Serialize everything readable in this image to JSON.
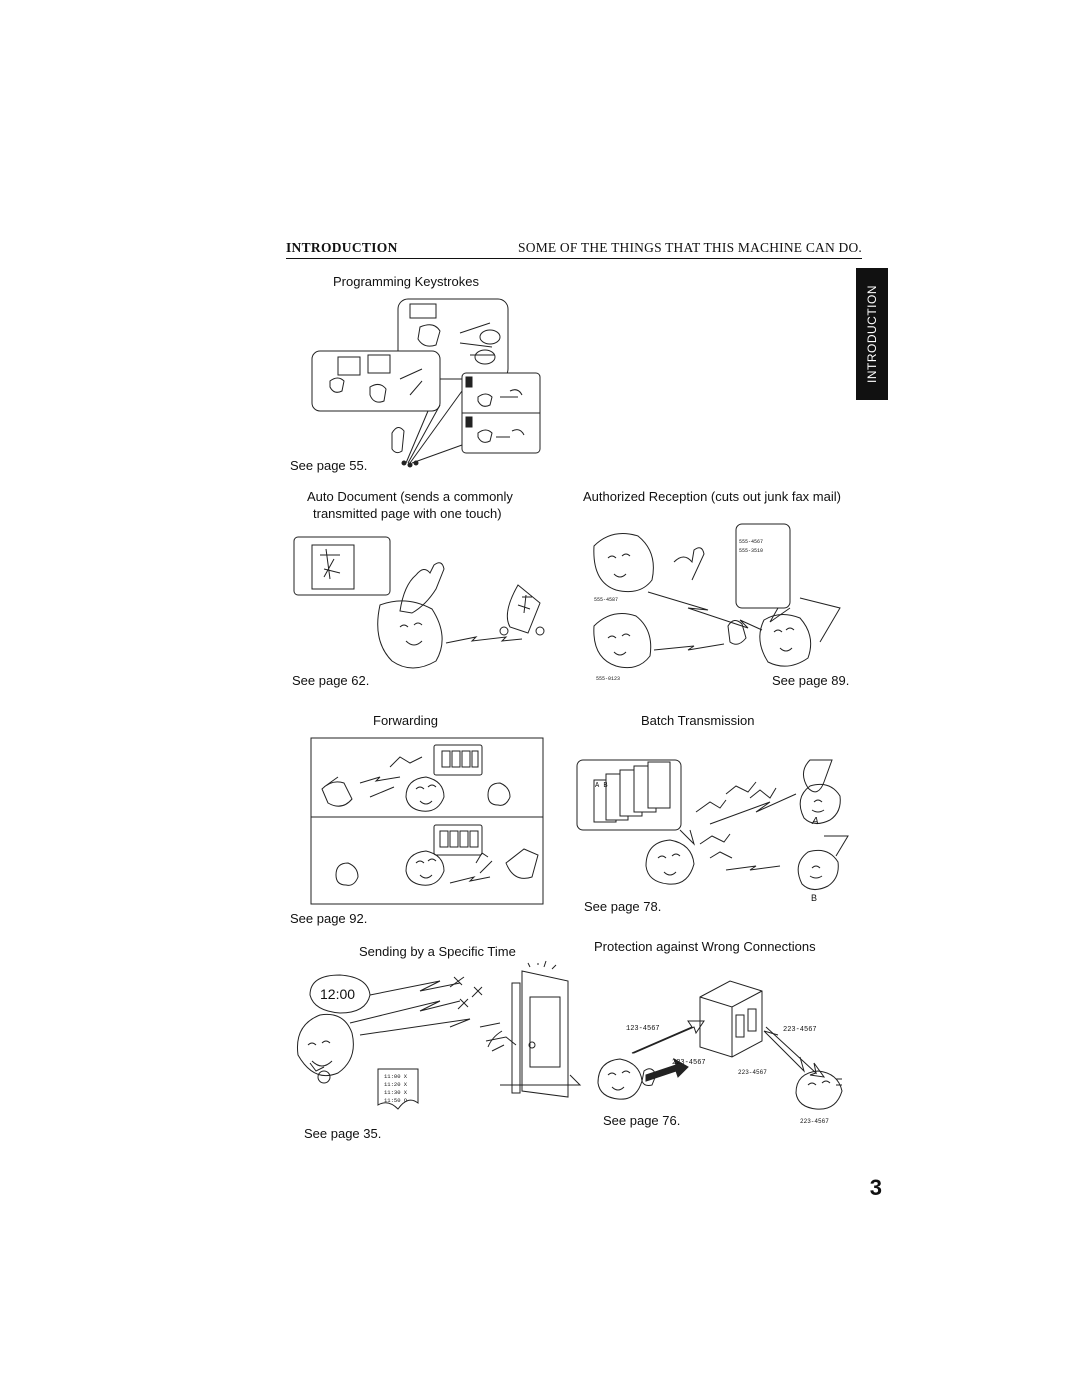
{
  "header": {
    "section": "INTRODUCTION",
    "title": "SOME OF THE THINGS THAT THIS MACHINE CAN DO."
  },
  "side_tab": "INTRODUCTION",
  "features": [
    {
      "title": "Programming Keystrokes",
      "see": "See page 55."
    },
    {
      "title": "Auto Document (sends a commonly",
      "title2": "transmitted page with one touch)",
      "see": "See page 62."
    },
    {
      "title": "Authorized Reception (cuts out junk fax mail)",
      "see": "See page 89."
    },
    {
      "title": "Forwarding",
      "see": "See page 92."
    },
    {
      "title": "Batch Transmission",
      "see": "See page 78."
    },
    {
      "title": "Sending by a Specific Time",
      "see": "See page 35."
    },
    {
      "title": "Protection against Wrong Connections",
      "see": "See page 76."
    }
  ],
  "illustration_text": {
    "authorized_list": [
      "555-4567",
      "555-3510"
    ],
    "authorized_num1": "555-4587",
    "authorized_num2": "555-0123",
    "batch_a": "A",
    "batch_b": "B",
    "clock": "12:00",
    "schedule": [
      "11:00 X",
      "11:20 X",
      "11:30 X",
      "11:50 O"
    ],
    "wrong_123": "123-4567",
    "wrong_223a": "223-4567",
    "wrong_223b": "223-4567",
    "wrong_223c": "223-4567",
    "wrong_223d": "223-4567"
  },
  "page_number": "3"
}
